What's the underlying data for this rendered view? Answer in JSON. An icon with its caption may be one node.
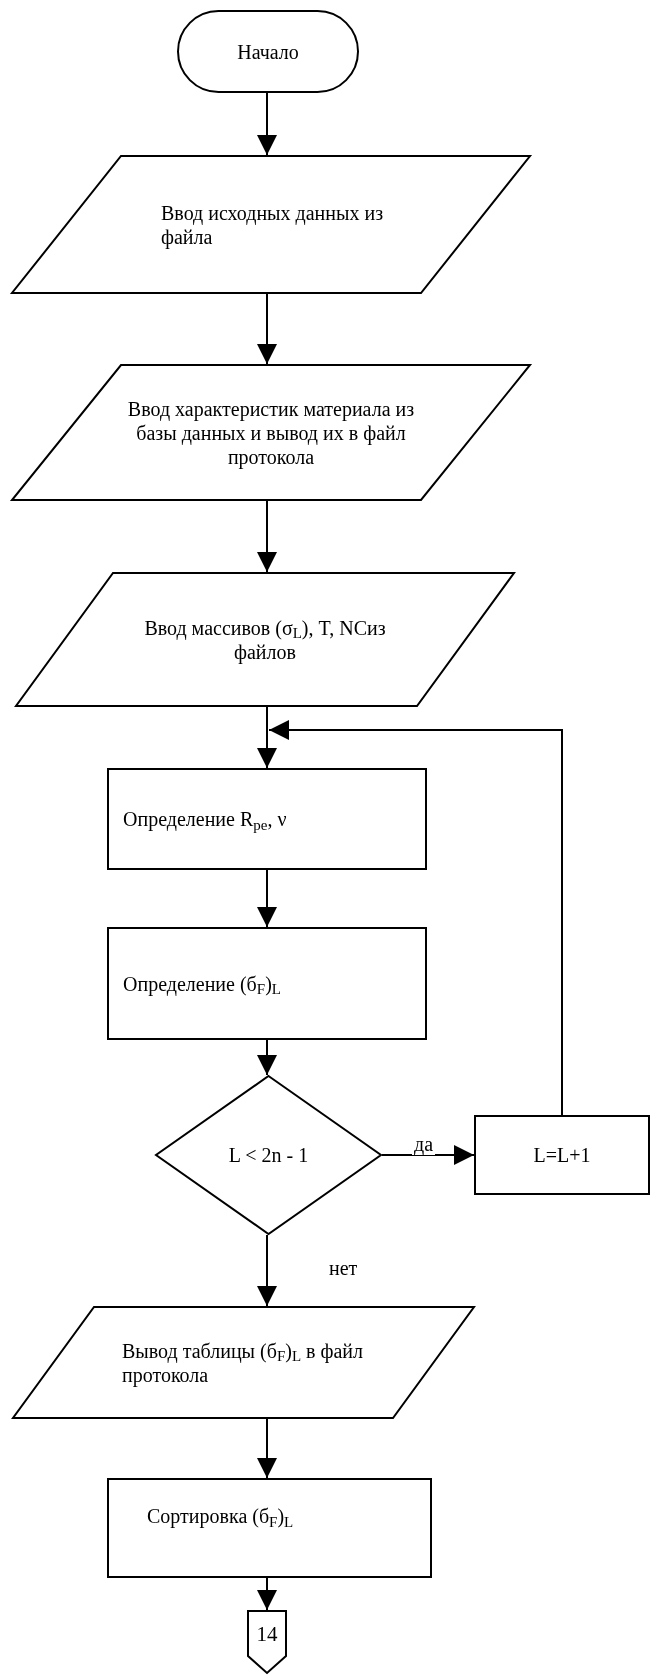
{
  "diagram": {
    "nodes": [
      {
        "text": [
          "Начало"
        ]
      },
      {
        "text": [
          "Ввод исходных данных из файла"
        ]
      },
      {
        "text": [
          "Ввод характеристик материала из базы данных и вывод их в файл протокола"
        ]
      },
      {
        "text": [
          "Ввод массивов (σ$_{L}$), T, NCиз файлов"
        ]
      },
      {
        "text": [
          "Определение R$_{pe}$, ν"
        ]
      },
      {
        "text": [
          "Определение (б$_{F}$)$_{L}$"
        ]
      },
      {
        "text": [
          "L < 2n - 1"
        ]
      },
      {
        "text": [
          "L=L+1"
        ]
      },
      {
        "text": [
          "Вывод таблицы (б$_{F}$)$_{L}$ в файл протокола"
        ]
      },
      {
        "text": [
          "Сортировка (б$_{F}$)$_{L}$"
        ]
      },
      {
        "text": [
          "14"
        ]
      }
    ],
    "edges": [
      {
        "from": 0,
        "to": 1,
        "arrow": "to"
      },
      {
        "from": 1,
        "to": 2,
        "arrow": "to"
      },
      {
        "from": 2,
        "to": 3,
        "arrow": "to"
      },
      {
        "from": 3,
        "to": 4,
        "arrow": "to"
      },
      {
        "from": 4,
        "to": 5,
        "arrow": "to"
      },
      {
        "from": 5,
        "to": 6,
        "arrow": "to"
      },
      {
        "from": 6,
        "to": 7,
        "arrow": "to",
        "label": "да"
      },
      {
        "from": 7,
        "to": 4,
        "arrow": "to"
      },
      {
        "from": 6,
        "to": 8,
        "arrow": "to",
        "label": "нет"
      },
      {
        "from": 8,
        "to": 9,
        "arrow": "to"
      },
      {
        "from": 9,
        "to": 10,
        "arrow": "to"
      }
    ]
  }
}
